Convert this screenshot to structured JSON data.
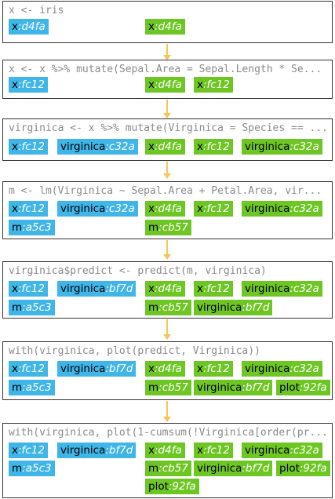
{
  "steps": [
    {
      "code": "x <- iris",
      "left": [
        {
          "name": "x",
          "hash": ":d4fa"
        }
      ],
      "right": [
        {
          "name": "x",
          "hash": ":d4fa"
        }
      ]
    },
    {
      "code": "x <- x %>% mutate(Sepal.Area = Sepal.Length * Se...",
      "left": [
        {
          "name": "x",
          "hash": ":fc12"
        }
      ],
      "right": [
        {
          "name": "x",
          "hash": ":d4fa"
        },
        {
          "name": "x",
          "hash": ":fc12"
        }
      ]
    },
    {
      "code": "virginica <- x %>% mutate(Virginica = Species == ...",
      "left": [
        {
          "name": "x",
          "hash": ":fc12"
        },
        {
          "name": "virginica",
          "hash": ":c32a"
        }
      ],
      "right": [
        {
          "name": "x",
          "hash": ":d4fa"
        },
        {
          "name": "x",
          "hash": ":fc12"
        },
        {
          "name": "virginica",
          "hash": ":c32a"
        }
      ]
    },
    {
      "code": "m <- lm(Virginica ~ Sepal.Area + Petal.Area, vir...",
      "left": [
        {
          "name": "x",
          "hash": ":fc12"
        },
        {
          "name": "virginica",
          "hash": ":c32a"
        },
        {
          "name": "m",
          "hash": ":a5c3"
        }
      ],
      "right": [
        {
          "name": "x",
          "hash": ":d4fa"
        },
        {
          "name": "x",
          "hash": ":fc12"
        },
        {
          "name": "virginica",
          "hash": ":c32a"
        },
        {
          "name": "m",
          "hash": ":cb57"
        }
      ]
    },
    {
      "code": "virginica$predict <- predict(m, virginica)",
      "left": [
        {
          "name": "x",
          "hash": ":fc12"
        },
        {
          "name": "virginica",
          "hash": ":bf7d"
        },
        {
          "name": "m",
          "hash": ":a5c3"
        }
      ],
      "right": [
        {
          "name": "x",
          "hash": ":d4fa"
        },
        {
          "name": "x",
          "hash": ":fc12"
        },
        {
          "name": "virginica",
          "hash": ":c32a"
        },
        {
          "name": "m",
          "hash": ":cb57"
        },
        {
          "name": "virginica",
          "hash": ":bf7d"
        }
      ]
    },
    {
      "code": "with(virginica, plot(predict, Virginica))",
      "left": [
        {
          "name": "x",
          "hash": ":fc12"
        },
        {
          "name": "virginica",
          "hash": ":bf7d"
        },
        {
          "name": "m",
          "hash": ":a5c3"
        }
      ],
      "right": [
        {
          "name": "x",
          "hash": ":d4fa"
        },
        {
          "name": "x",
          "hash": ":fc12"
        },
        {
          "name": "virginica",
          "hash": ":c32a"
        },
        {
          "name": "m",
          "hash": ":cb57"
        },
        {
          "name": "virginica",
          "hash": ":bf7d"
        },
        {
          "name": "plot",
          "hash": ":92fa"
        }
      ]
    },
    {
      "code": "with(virginica, plot(1-cumsum(!Virginica[order(pr...",
      "left": [
        {
          "name": "x",
          "hash": ":fc12"
        },
        {
          "name": "virginica",
          "hash": ":bf7d"
        },
        {
          "name": "m",
          "hash": ":a5c3"
        }
      ],
      "right": [
        {
          "name": "x",
          "hash": ":d4fa"
        },
        {
          "name": "x",
          "hash": ":fc12"
        },
        {
          "name": "virginica",
          "hash": ":c32a"
        },
        {
          "name": "m",
          "hash": ":cb57"
        },
        {
          "name": "virginica",
          "hash": ":bf7d"
        },
        {
          "name": "plot",
          "hash": ":92fa"
        },
        {
          "name": "plot",
          "hash": ":92fa"
        }
      ]
    }
  ],
  "colors": {
    "left_chip": "#3fb5e8",
    "right_chip": "#6ec624",
    "arrow": "#f7c65a",
    "border": "#333333",
    "code_text": "#8a8a8a"
  }
}
